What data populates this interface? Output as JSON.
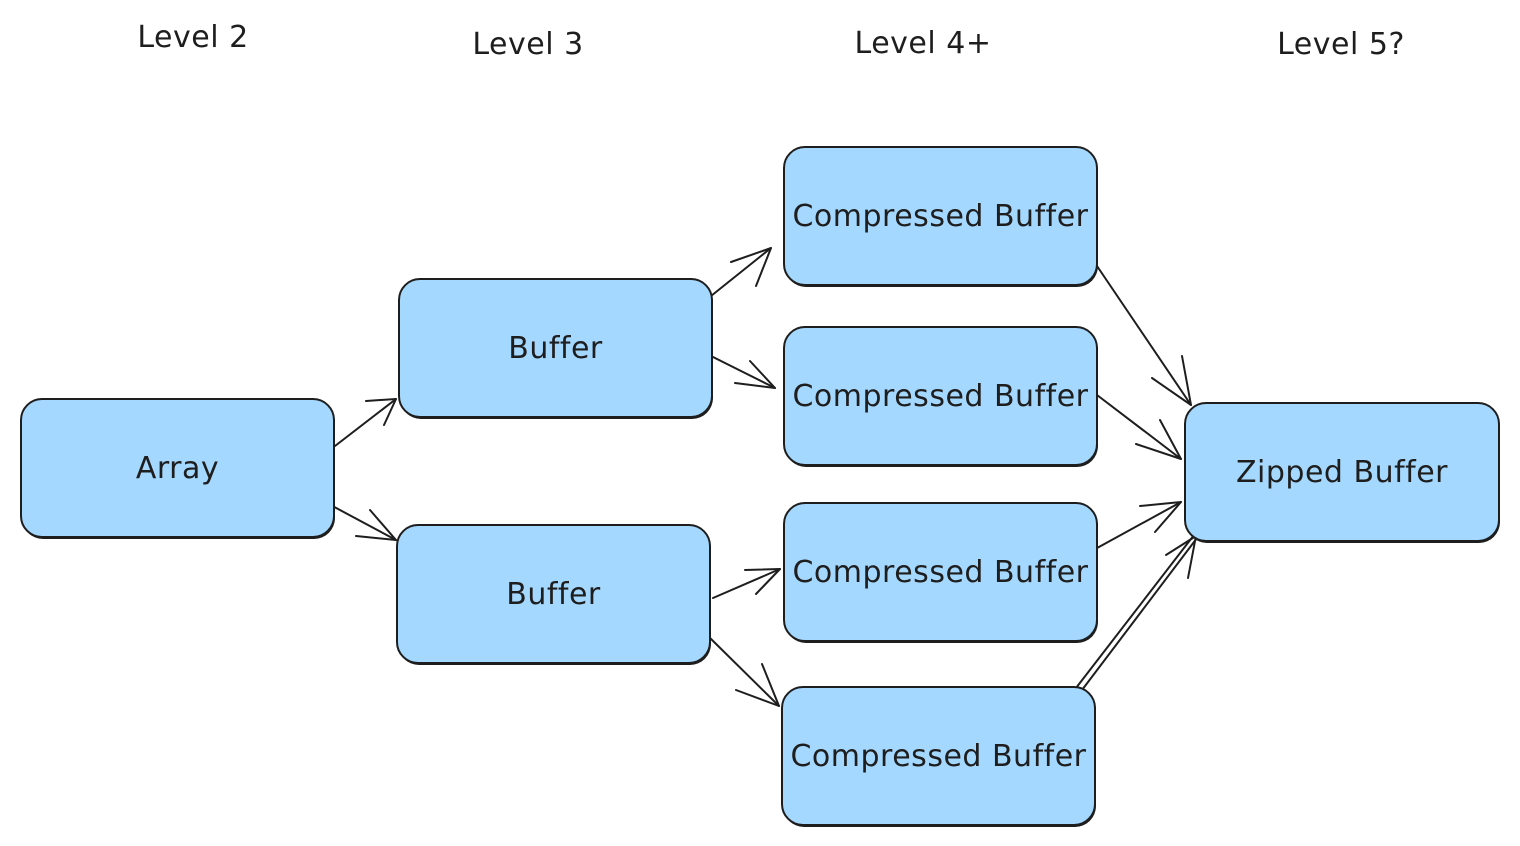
{
  "levels": {
    "level2": "Level 2",
    "level3": "Level 3",
    "level4": "Level 4+",
    "level5": "Level 5?"
  },
  "nodes": {
    "array": "Array",
    "buffer_top": "Buffer",
    "buffer_bottom": "Buffer",
    "compressed_1": "Compressed Buffer",
    "compressed_2": "Compressed Buffer",
    "compressed_3": "Compressed Buffer",
    "compressed_4": "Compressed Buffer",
    "zipped": "Zipped Buffer"
  },
  "colors": {
    "node_fill": "#a5d8ff",
    "stroke": "#1e1e1e",
    "background": "#ffffff"
  }
}
